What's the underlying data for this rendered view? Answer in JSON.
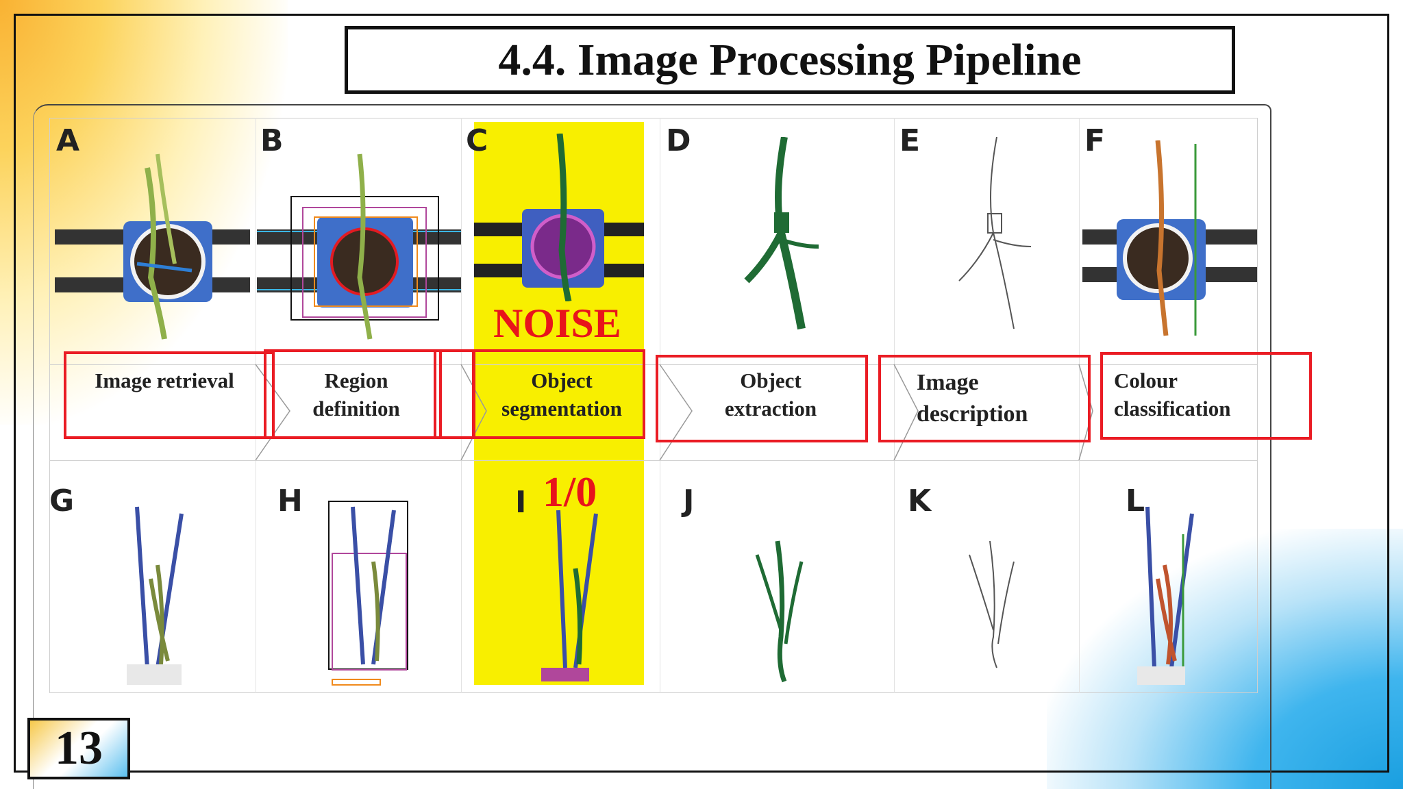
{
  "slide": {
    "title": "4.4. Image Processing Pipeline",
    "page_number": "13"
  },
  "panels_top": [
    "A",
    "B",
    "C",
    "D",
    "E",
    "F"
  ],
  "panels_bottom": [
    "G",
    "H",
    "I",
    "J",
    "K",
    "L"
  ],
  "stages": [
    {
      "line1": "Image retrieval",
      "line2": ""
    },
    {
      "line1": "Region",
      "line2": "definition"
    },
    {
      "line1": "Object",
      "line2": "segmentation"
    },
    {
      "line1": "Object",
      "line2": "extraction"
    },
    {
      "line1": "Image",
      "line2": "description"
    },
    {
      "line1": "Colour",
      "line2": "classification"
    }
  ],
  "annotations": {
    "noise": "NOISE",
    "binary": "1/0"
  },
  "colors": {
    "highlight_yellow": "#f8ef00",
    "annotation_red": "#e8141b",
    "plant_green": "#1f6b34",
    "pot_blue": "#3f6fc9"
  }
}
